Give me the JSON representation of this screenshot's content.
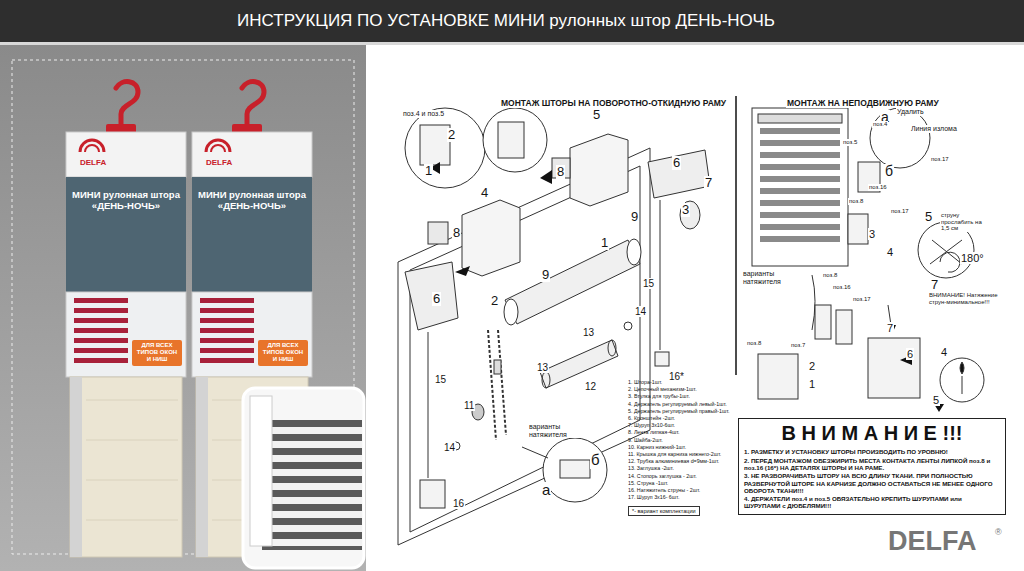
{
  "diagram": {
    "title": "ИНСТРУКЦИЯ ПО УСТАНОВКЕ МИНИ рулонных штор ДЕНЬ-НОЧЬ",
    "nodes": [
      {
        "text": [
          "DELFA",
          "МИНИ рулонная штора «ДЕНЬ-НОЧЬ»",
          "ДЛЯ ВСЕХ ТИПОВ ОКОН И НИШ"
        ]
      },
      {
        "text": [
          "DELFA",
          "МИНИ рулонная штора «ДЕНЬ-НОЧЬ»",
          "ДЛЯ ВСЕХ ТИПОВ ОКОН И НИШ"
        ]
      },
      {
        "text": [
          "В Н И М А Н И Е !!!",
          "1. РАЗМЕТКУ И УСТАНОВКУ ШТОРЫ ПРОИЗВОДИТЬ ПО УРОВНЮ!",
          "2. ПЕРЕД МОНТАЖОМ ОБЕЗЖИРИТЬ МЕСТА КОНТАКТА ЛЕНТЫ ЛИПКОЙ поз.8 и поз.16 (16*) НА ДЕТАЛЯХ ШТОРЫ И НА РАМЕ.",
          "3. НЕ РАЗВОРАЧИВАТЬ ШТОРУ НА ВСЮ ДЛИНУ ТКАНИ. ПРИ ПОЛНОСТЬЮ РАЗВЕРНУТОЙ ШТОРЕ НА КАРНИЗЕ ДОЛЖНО ОСТАВАТЬСЯ НЕ МЕНЕЕ ОДНОГО ОБОРОТА ТКАНИ!!!",
          "4. ДЕРЖАТЕЛИ поз.4 и поз.5 ОБЯЗАТЕЛЬНО КРЕПИТЬ ШУРУПАМИ или ШУРУПАМИ с ДЮБЕЛЯМИ!!!"
        ]
      },
      {
        "text": [
          "*- вариант комплектации"
        ]
      }
    ],
    "labels": [
      "МОНТАЖ ШТОРЫ НА ПОВОРОТНО-ОТКИДНУЮ РАМУ",
      "МОНТАЖ НА НЕПОДВИЖНУЮ РАМУ",
      "поз.4 и поз.5",
      "2",
      "1",
      "5",
      "4",
      "8",
      "8",
      "7",
      "6",
      "3",
      "9",
      "1",
      "9",
      "6",
      "2",
      "15",
      "14",
      "13",
      "13",
      "12",
      "16*",
      "15",
      "11",
      "14",
      "16",
      "варианты натяжителя",
      "а",
      "б",
      "а",
      "Удалить",
      "Линия излома",
      "поз.4",
      "поз.5",
      "поз.17",
      "б",
      "поз.16",
      "поз.8",
      "поз.17",
      "3",
      "4",
      "5",
      "струну прослабить на 1,5 см",
      "7",
      "180°",
      "варианты натяжителя",
      "поз.8",
      "поз.16",
      "поз.17",
      "ВНИМАНИЕ! Натяжение струн-минимальное!!!",
      "поз.8",
      "поз.7",
      "2",
      "1",
      "4",
      "6",
      "7",
      "5",
      "1. Штора-1шт.",
      "2. Цепочный механизм-1шт.",
      "3. Втулка для трубы-1шт.",
      "4. Держатель регулируемый левый-1шт.",
      "5. Держатель регулируемый правый-1шт.",
      "6. Кронштейн -2шт.",
      "7. Шуруп 3х10-6шт.",
      "8. Лента липкая-4шт.",
      "9. Шайба-2шт.",
      "10. Карниз нижний-1шт.",
      "11. Крышка для карниза нижнего-2шт.",
      "12. Трубка алюминиевая d=9мм-1шт.",
      "13. Заглушка -2шт.",
      "14. Стопорь заглушка - 2шт.",
      "15. Струна -1шт.",
      "16. Натяжитель струны - 2шт.",
      "17. Шуруп 3х16- 6шт.",
      "DELFA",
      "®"
    ]
  }
}
